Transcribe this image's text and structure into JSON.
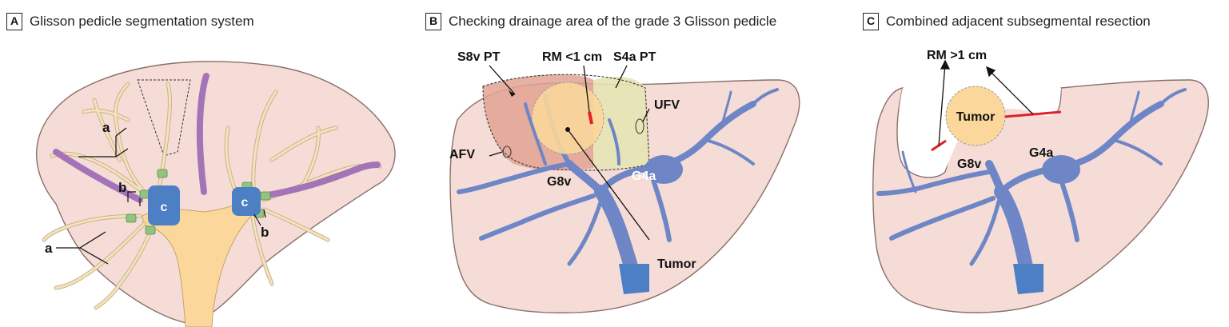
{
  "panel_a": {
    "letter": "A",
    "title": "Glisson pedicle segmentation system",
    "labels": {
      "a_upper": "a",
      "a_lower": "a",
      "b_left": "b",
      "b_right": "b",
      "c_left": "c",
      "c_right": "c"
    }
  },
  "panel_b": {
    "letter": "B",
    "title": "Checking drainage area of the grade 3 Glisson pedicle",
    "labels": {
      "s8v_pt": "S8v PT",
      "rm": "RM <1 cm",
      "s4a_pt": "S4a PT",
      "ufv": "UFV",
      "afv": "AFV",
      "g8v": "G8v",
      "g4a": "G4a",
      "tumor": "Tumor"
    }
  },
  "panel_c": {
    "letter": "C",
    "title": "Combined adjacent subsegmental resection",
    "labels": {
      "rm": "RM >1 cm",
      "tumor": "Tumor",
      "g8v": "G8v",
      "g4a": "G4a"
    }
  },
  "colors": {
    "liver_fill": "#f6dcd7",
    "liver_stroke": "#8a6f6a",
    "glisson_fill": "#f4e2bd",
    "hepatic_vein": "#6e86c6",
    "portal_purple": "#a574b8",
    "green_marker": "#93c47d",
    "blue_marker": "#4c7fc4",
    "tumor_fill": "#fbd79b",
    "red_margin": "#e0202a",
    "s8v_region": "#e2a292",
    "s4a_region": "#e5e4b4"
  }
}
